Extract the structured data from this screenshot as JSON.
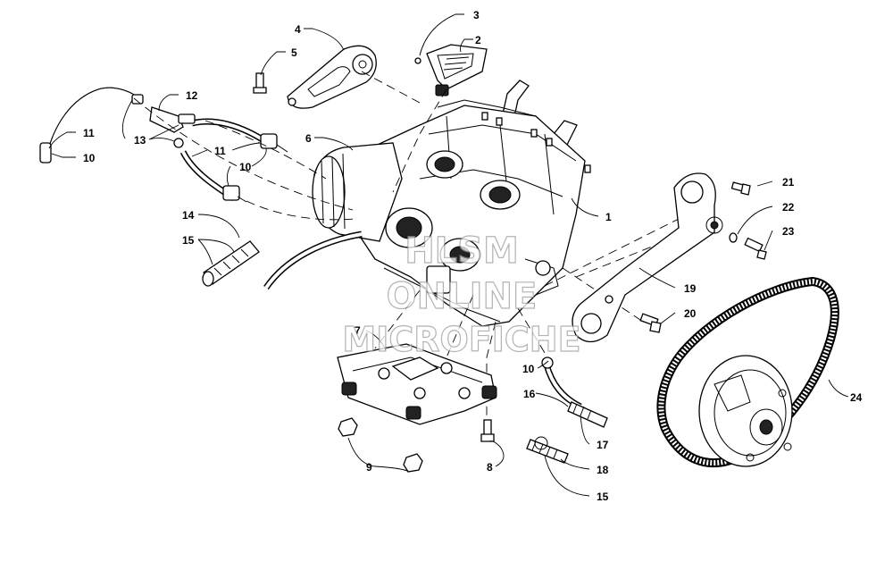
{
  "watermark": {
    "line1": "HLSM",
    "line2": "ONLINE",
    "line3": "MICROFICHE"
  },
  "callouts": {
    "p1": "1",
    "p2": "2",
    "p3": "3",
    "p4": "4",
    "p5": "5",
    "p6": "6",
    "p7": "7",
    "p8": "8",
    "p9": "9",
    "p10a": "10",
    "p10b": "10",
    "p10c": "10",
    "p11a": "11",
    "p11b": "11",
    "p12": "12",
    "p13": "13",
    "p14": "14",
    "p15a": "15",
    "p15b": "15",
    "p16": "16",
    "p17": "17",
    "p18": "18",
    "p19": "19",
    "p20": "20",
    "p21": "21",
    "p22": "22",
    "p23": "23",
    "p24": "24"
  }
}
